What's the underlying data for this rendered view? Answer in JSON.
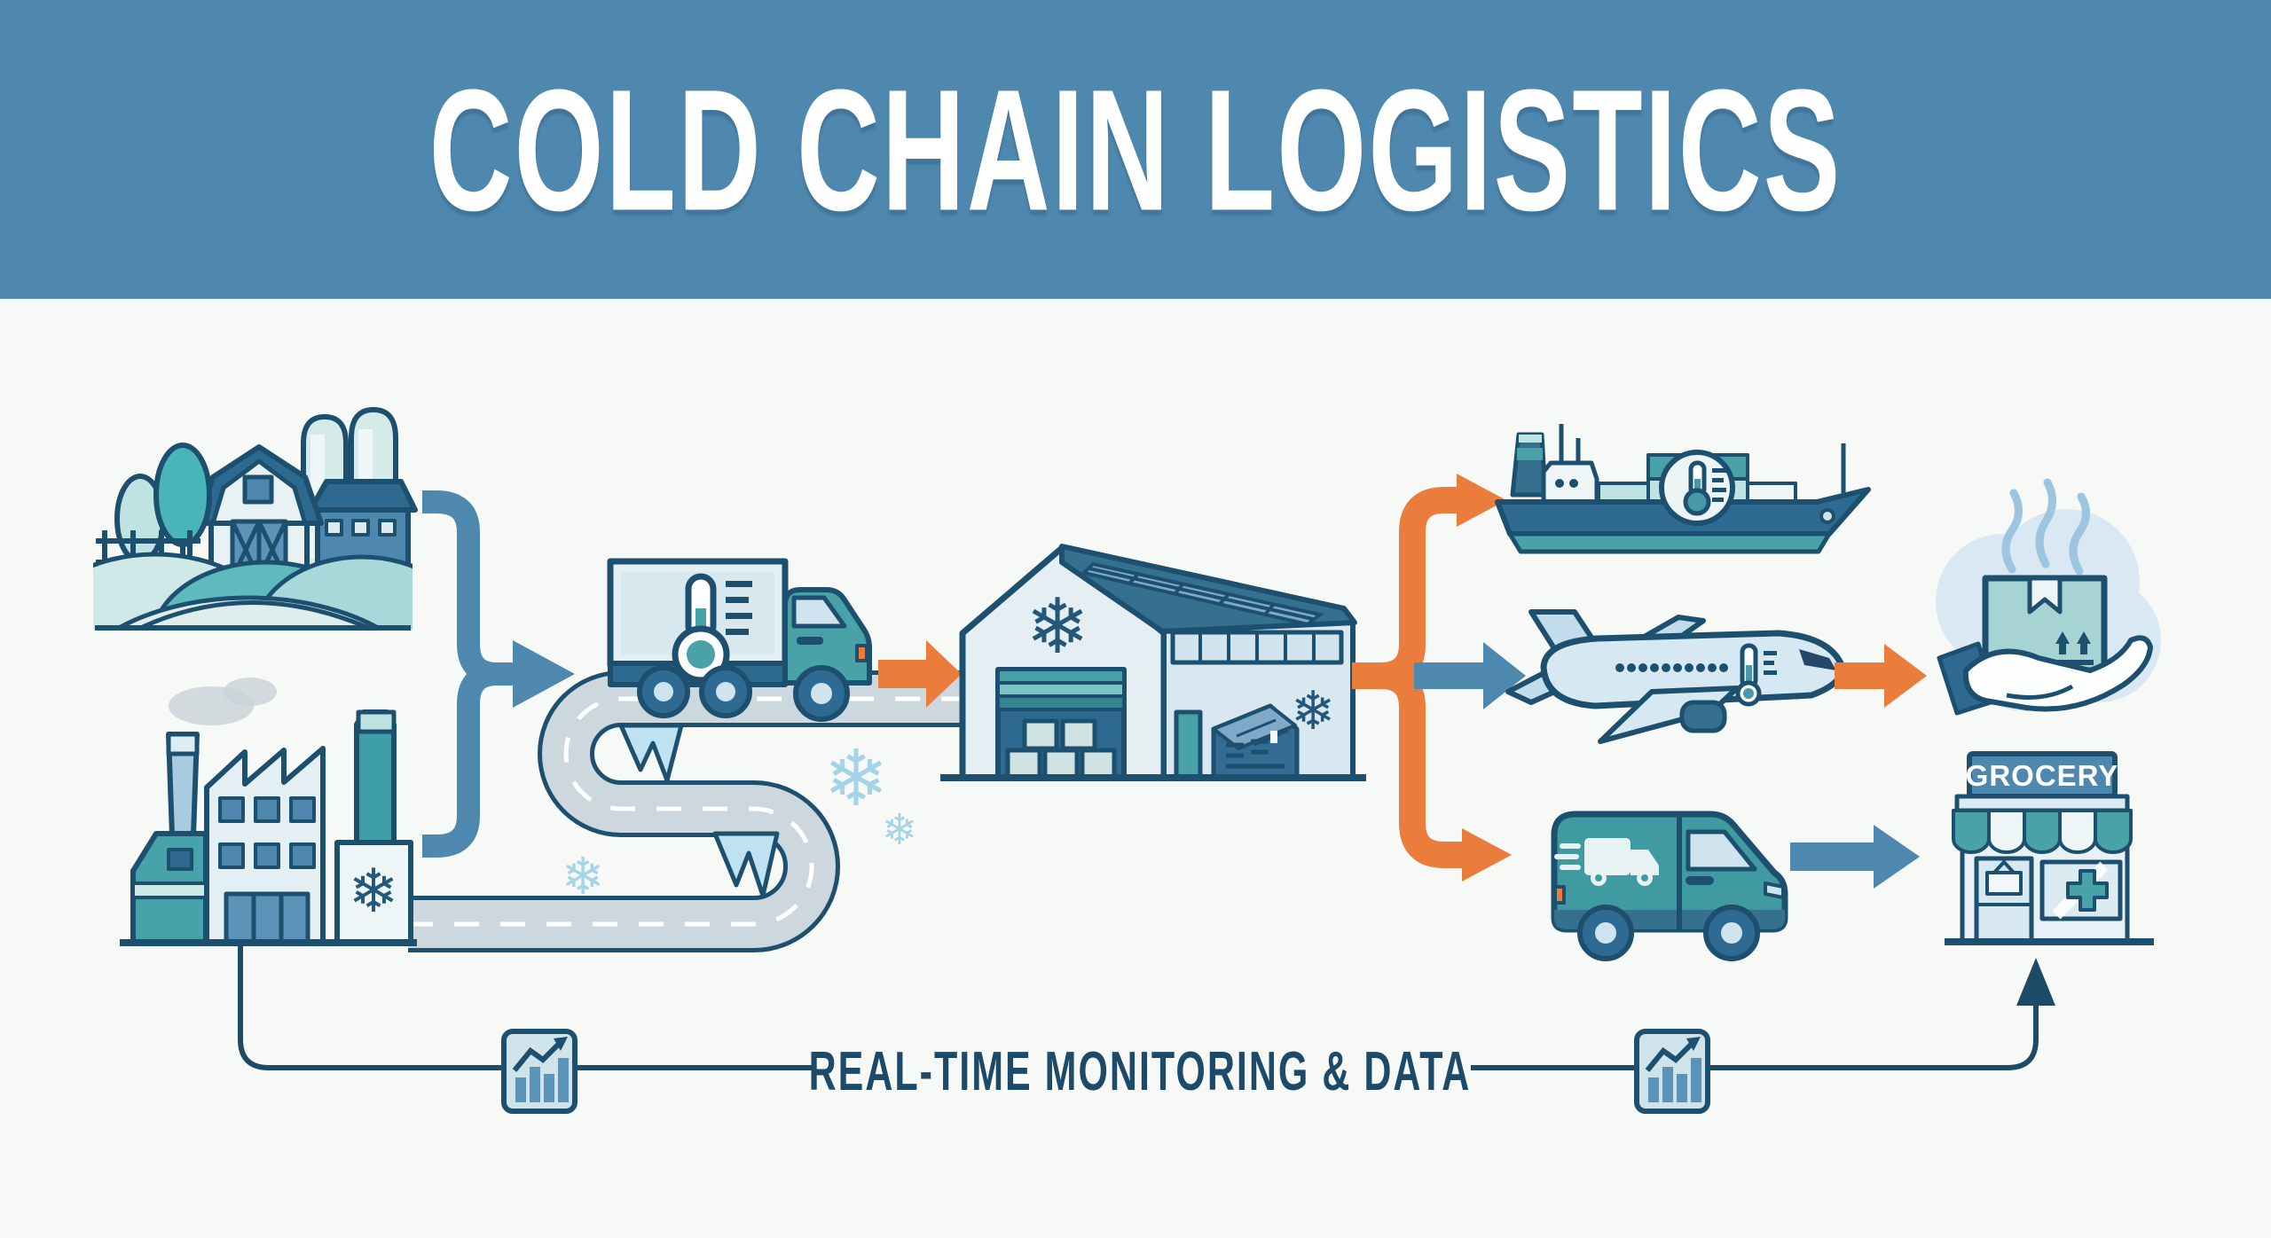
{
  "header": {
    "title": "COLD CHAIN LOGISTICS"
  },
  "monitoring": {
    "label": "REAL-TIME MONITORING & DATA"
  },
  "grocery": {
    "sign": "GROCERY"
  },
  "colors": {
    "header_background": "#4e88af",
    "page_background": "#f7f9f6",
    "outline_navy": "#1d4f6f",
    "connector_navy": "#1d4a66",
    "flow_arrow_blue": "#4e88af",
    "flow_arrow_orange": "#ea7c3c",
    "teal": "#49a2a8",
    "dark_blue": "#2e6a92",
    "panel_light_blue": "#e4eff3",
    "road_grey": "#cdd8de",
    "ice_light_blue": "#bfe2f2",
    "snowflake_light_blue": "#a5d3e8",
    "snowflake_navy": "#24587a",
    "monitoring_text_color": "#1d4a68",
    "title_text_color": "#ffffff"
  },
  "icons": [
    "farm-icon",
    "factory-icon",
    "merge-arrow-icon",
    "refrigerated-truck-icon",
    "thermometer-icon",
    "icy-road-icon",
    "icicles-icon",
    "snowflake-icon",
    "cold-storage-warehouse-icon",
    "solar-panel-icon",
    "branch-arrow-icon",
    "cargo-ship-icon",
    "cargo-plane-icon",
    "delivery-van-icon",
    "package-handoff-icon",
    "grocery-store-icon",
    "chart-icon",
    "monitoring-line"
  ]
}
